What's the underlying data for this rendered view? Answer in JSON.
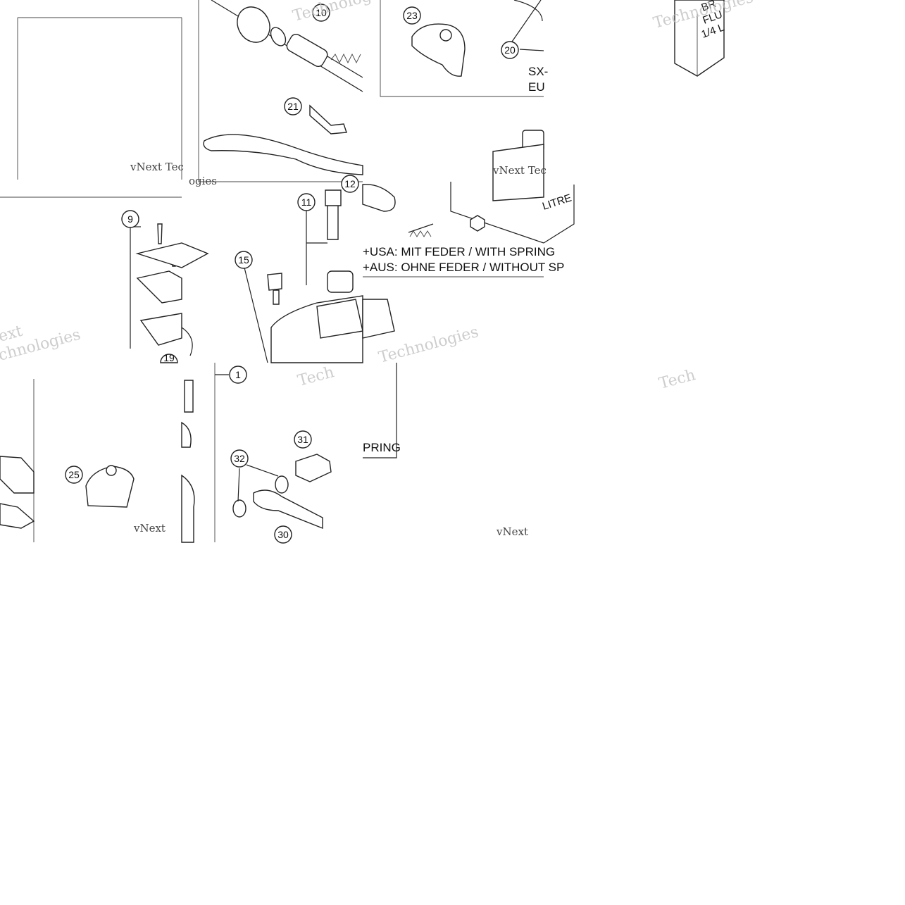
{
  "diagram": {
    "callouts": [
      "10",
      "23",
      "20",
      "21",
      "12",
      "11",
      "9",
      "15",
      "19",
      "1",
      "31",
      "32",
      "30",
      "25"
    ],
    "note_with_spring": "+USA:  MIT FEDER / WITH SPRING",
    "note_without_spring": "+AUS:  OHNE FEDER / WITHOUT SP",
    "note_spring_fragment": "PRING",
    "variant_label_1": "SX-",
    "variant_label_2": "EU",
    "fluid_box_lines": [
      "BR",
      "FLU",
      "1/4 L"
    ],
    "litre_label": "LITRE",
    "watermark_main": "Technologies",
    "watermark_vnext": "vNext Tec",
    "watermark_tech": "Tech",
    "watermark_ext": "ext",
    "watermark_chnologies": "chnologies",
    "watermark_vnext_2": "vNext",
    "watermark_vnext_3": "vNext",
    "watermark_gies": "ogies"
  }
}
